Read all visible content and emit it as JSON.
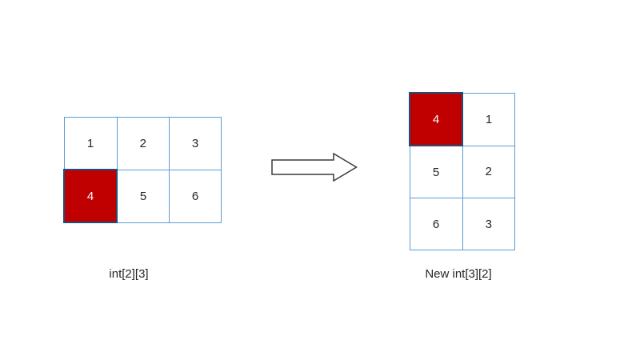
{
  "colors": {
    "background": "#ffffff",
    "grid_line": "#5b9bd5",
    "highlight_fill": "#c00000",
    "highlight_border": "#1f4e79",
    "highlight_text": "#ffffff",
    "text": "#262626",
    "arrow_outline": "#3a3a3a",
    "arrow_fill": "#ffffff"
  },
  "source_matrix": {
    "label": "int[2][3]",
    "rows": [
      [
        "1",
        "2",
        "3"
      ],
      [
        "4",
        "5",
        "6"
      ]
    ],
    "highlight": {
      "row": 1,
      "col": 0
    }
  },
  "result_matrix": {
    "label": "New int[3][2]",
    "rows": [
      [
        "4",
        "1"
      ],
      [
        "5",
        "2"
      ],
      [
        "6",
        "3"
      ]
    ],
    "highlight": {
      "row": 0,
      "col": 0
    }
  },
  "arrow": {
    "icon": "right-arrow",
    "direction": "right"
  }
}
